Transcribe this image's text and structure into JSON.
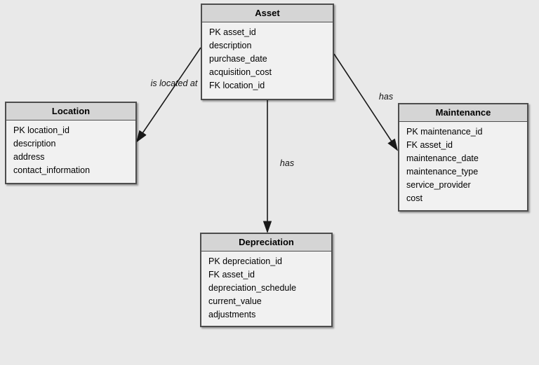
{
  "entities": {
    "asset": {
      "title": "Asset",
      "fields": [
        "PK asset_id",
        "description",
        "purchase_date",
        "acquisition_cost",
        "FK location_id"
      ]
    },
    "location": {
      "title": "Location",
      "fields": [
        "PK location_id",
        "description",
        "address",
        "contact_information"
      ]
    },
    "maintenance": {
      "title": "Maintenance",
      "fields": [
        "PK maintenance_id",
        "FK asset_id",
        "maintenance_date",
        "maintenance_type",
        "service_provider",
        "cost"
      ]
    },
    "depreciation": {
      "title": "Depreciation",
      "fields": [
        "PK depreciation_id",
        "FK asset_id",
        "depreciation_schedule",
        "current_value",
        "adjustments"
      ]
    }
  },
  "relationships": [
    {
      "from": "Asset",
      "to": "Location",
      "label": "is located at"
    },
    {
      "from": "Asset",
      "to": "Maintenance",
      "label": "has"
    },
    {
      "from": "Asset",
      "to": "Depreciation",
      "label": "has"
    }
  ],
  "colors": {
    "canvas_background": "#e9e9e9",
    "entity_header_fill": "#d5d5d5",
    "entity_body_fill": "#f1f1f1",
    "entity_border": "#4d4d4d",
    "connector": "#191919"
  }
}
